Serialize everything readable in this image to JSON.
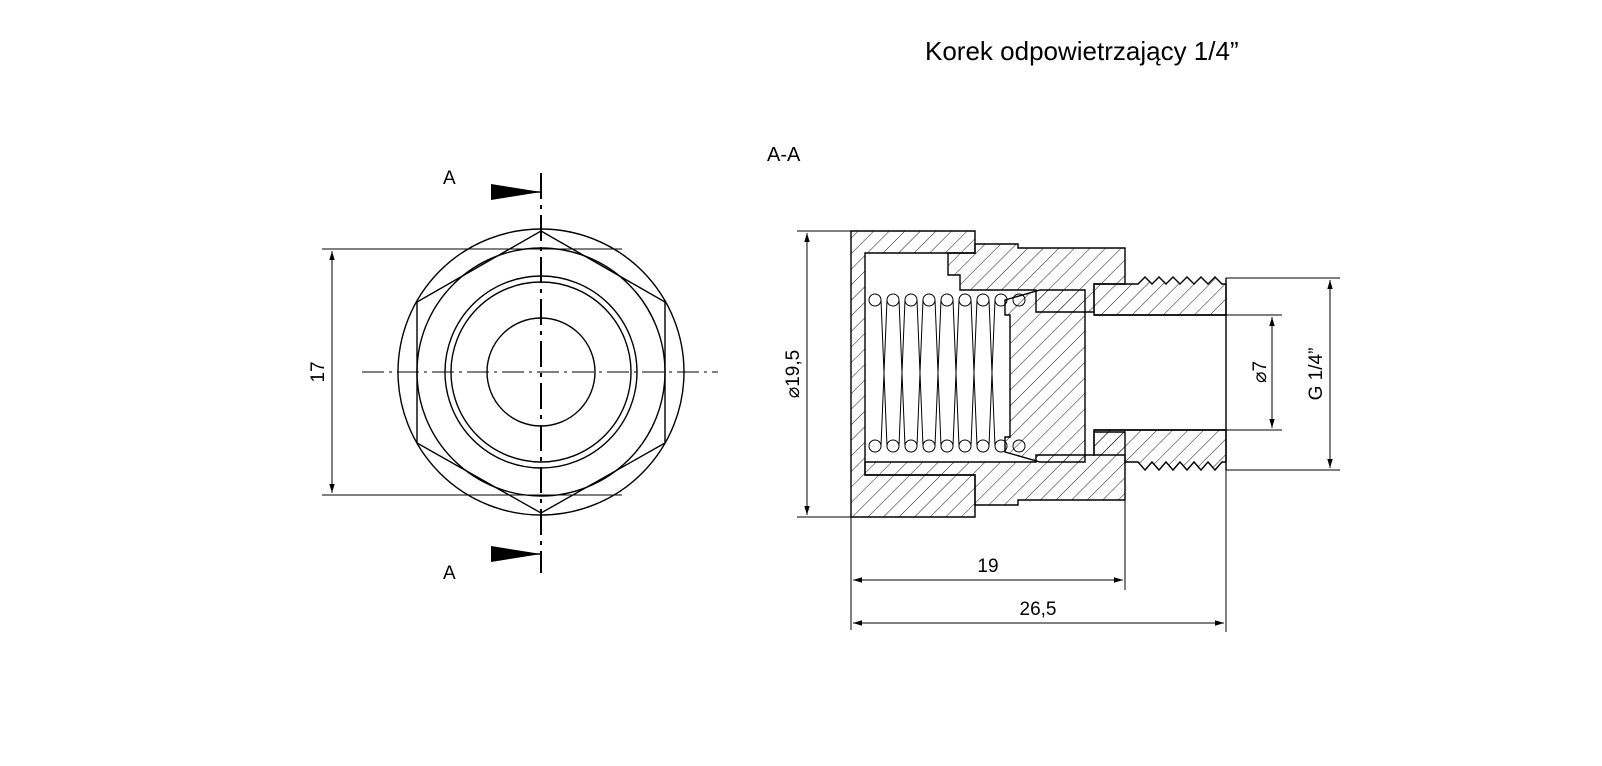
{
  "title": "Korek odpowietrzający 1/4”",
  "section_view": {
    "label": "A-A"
  },
  "front_view": {
    "section_marker_top": "A",
    "section_marker_bottom": "A",
    "dim_height": "17"
  },
  "section_dims": {
    "outer_diameter": "⌀19,5",
    "bore_diameter": "⌀7",
    "thread": "G 1/4”",
    "length_body": "19",
    "length_total": "26,5"
  }
}
